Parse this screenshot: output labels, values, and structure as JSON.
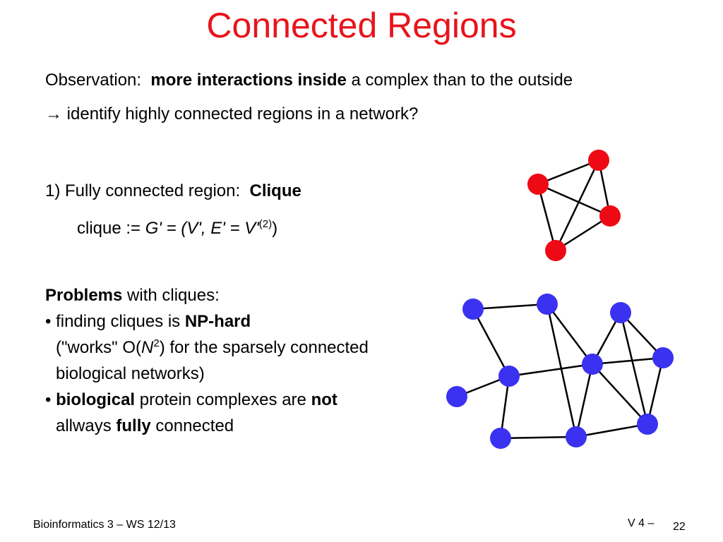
{
  "slide": {
    "title": "Connected Regions",
    "observation": {
      "label": "Observation:",
      "emphasis": "more interactions inside",
      "rest": "a complex than to the outside"
    },
    "identify": "→ identify highly connected regions in a network?",
    "clique_heading": {
      "prefix": "1) Fully connected region:",
      "emphasis": "Clique"
    },
    "clique_def": {
      "prefix": "clique :=",
      "formula": "G' = (V', E' = V'",
      "superscript": "(2)",
      "suffix": ")"
    },
    "problems": {
      "emphasis": "Problems",
      "rest": "with cliques:"
    },
    "bullet1": {
      "prefix": "• finding cliques is",
      "emphasis": "NP-hard"
    },
    "bullet1_line2": {
      "prefix": "(\"works\" O(",
      "var": "N",
      "superscript": "2",
      "suffix": ") for the sparsely connected"
    },
    "bullet1_line3": "biological networks)",
    "bullet2": {
      "bullet": "•",
      "emphasis1": "biological",
      "middle": "protein complexes are",
      "emphasis2": "not"
    },
    "bullet2_line2": {
      "prefix": "allways",
      "emphasis": "fully",
      "suffix": "connected"
    }
  },
  "footer": {
    "course": "Bioinformatics 3 – WS 12/13",
    "lecture": "V 4 –",
    "page": "22"
  },
  "colors": {
    "title": "#e8141c",
    "clique_node": "#ee0a14",
    "network_node": "#3a32f0",
    "edge": "#000000"
  }
}
